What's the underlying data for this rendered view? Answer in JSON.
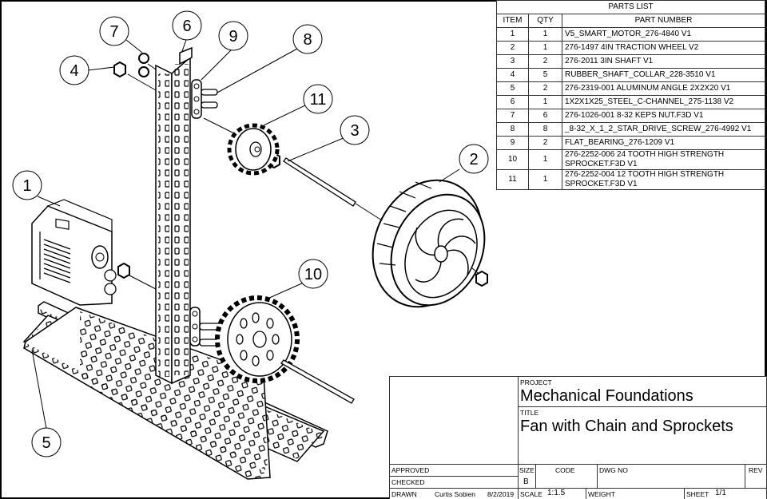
{
  "drawing": {
    "balloons": [
      {
        "id": "1",
        "label": "1"
      },
      {
        "id": "2",
        "label": "2"
      },
      {
        "id": "3",
        "label": "3"
      },
      {
        "id": "4",
        "label": "4"
      },
      {
        "id": "5",
        "label": "5"
      },
      {
        "id": "6",
        "label": "6"
      },
      {
        "id": "7",
        "label": "7"
      },
      {
        "id": "8",
        "label": "8"
      },
      {
        "id": "9",
        "label": "9"
      },
      {
        "id": "10",
        "label": "10"
      },
      {
        "id": "11",
        "label": "11"
      }
    ]
  },
  "parts_list": {
    "title": "PARTS LIST",
    "headers": {
      "item": "ITEM",
      "qty": "QTY",
      "part_number": "PART NUMBER"
    },
    "rows": [
      {
        "item": "1",
        "qty": "1",
        "part_number": "V5_SMART_MOTOR_276-4840 V1"
      },
      {
        "item": "2",
        "qty": "1",
        "part_number": "276-1497 4IN TRACTION WHEEL V2"
      },
      {
        "item": "3",
        "qty": "2",
        "part_number": "276-2011 3IN SHAFT V1"
      },
      {
        "item": "4",
        "qty": "5",
        "part_number": "RUBBER_SHAFT_COLLAR_228-3510 V1"
      },
      {
        "item": "5",
        "qty": "2",
        "part_number": "276-2319-001 ALUMINUM ANGLE 2X2X20 V1"
      },
      {
        "item": "6",
        "qty": "1",
        "part_number": "1X2X1X25_STEEL_C-CHANNEL_275-1138 V2"
      },
      {
        "item": "7",
        "qty": "6",
        "part_number": "276-1026-001 8-32 KEPS NUT.F3D V1"
      },
      {
        "item": "8",
        "qty": "8",
        "part_number": "_8-32_X_1_2_STAR_DRIVE_SCREW_276-4992 V1"
      },
      {
        "item": "9",
        "qty": "2",
        "part_number": "FLAT_BEARING_276-1209 V1"
      },
      {
        "item": "10",
        "qty": "1",
        "part_number": "276-2252-006 24 TOOTH HIGH STRENGTH SPROCKET.F3D V1"
      },
      {
        "item": "11",
        "qty": "1",
        "part_number": "276-2252-004 12 TOOTH HIGH STRENGTH SPROCKET.F3D V1"
      }
    ]
  },
  "title_block": {
    "project_label": "PROJECT",
    "project": "Mechanical Foundations",
    "title_label": "TITLE",
    "title": "Fan with Chain and Sprockets",
    "approved_label": "APPROVED",
    "checked_label": "CHECKED",
    "drawn_label": "DRAWN",
    "drawn_by": "Curtis Sobien",
    "drawn_date": "8/2/2019",
    "size_label": "SIZE",
    "size": "B",
    "code_label": "CODE",
    "dwg_no_label": "DWG NO",
    "rev_label": "REV",
    "scale_label": "SCALE",
    "scale": "1:1.5",
    "weight_label": "WEIGHT",
    "sheet_label": "SHEET",
    "sheet": "1/1"
  }
}
